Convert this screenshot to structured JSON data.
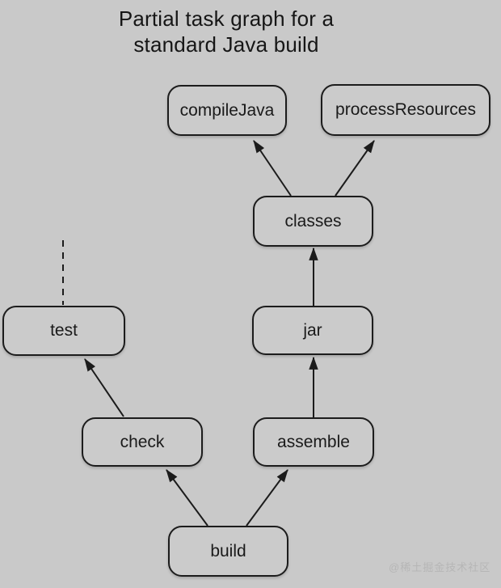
{
  "title": {
    "line1": "Partial task graph for a",
    "line2": "standard Java build"
  },
  "diagram": {
    "nodes": [
      {
        "id": "compileJava",
        "label": "compileJava"
      },
      {
        "id": "processResources",
        "label": "processResources"
      },
      {
        "id": "classes",
        "label": "classes"
      },
      {
        "id": "test",
        "label": "test"
      },
      {
        "id": "jar",
        "label": "jar"
      },
      {
        "id": "check",
        "label": "check"
      },
      {
        "id": "assemble",
        "label": "assemble"
      },
      {
        "id": "build",
        "label": "build"
      }
    ],
    "edges": [
      {
        "from": "classes",
        "to": "compileJava",
        "style": "solid-arrow"
      },
      {
        "from": "classes",
        "to": "processResources",
        "style": "solid-arrow"
      },
      {
        "from": "jar",
        "to": "classes",
        "style": "solid-arrow"
      },
      {
        "from": "check",
        "to": "test",
        "style": "solid-arrow"
      },
      {
        "from": "assemble",
        "to": "jar",
        "style": "solid-arrow"
      },
      {
        "from": "build",
        "to": "check",
        "style": "solid-arrow"
      },
      {
        "from": "build",
        "to": "assemble",
        "style": "solid-arrow"
      },
      {
        "from": "test",
        "to": "",
        "style": "dashed-continuation"
      }
    ]
  },
  "watermark": "@稀土掘金技术社区",
  "colors": {
    "background": "#c9c9c9",
    "node_fill": "#cbcbcb",
    "node_border": "#1c1c1c",
    "text": "#1a1a1a",
    "edge": "#1b1b1b",
    "watermark": "#b6b6b6"
  }
}
